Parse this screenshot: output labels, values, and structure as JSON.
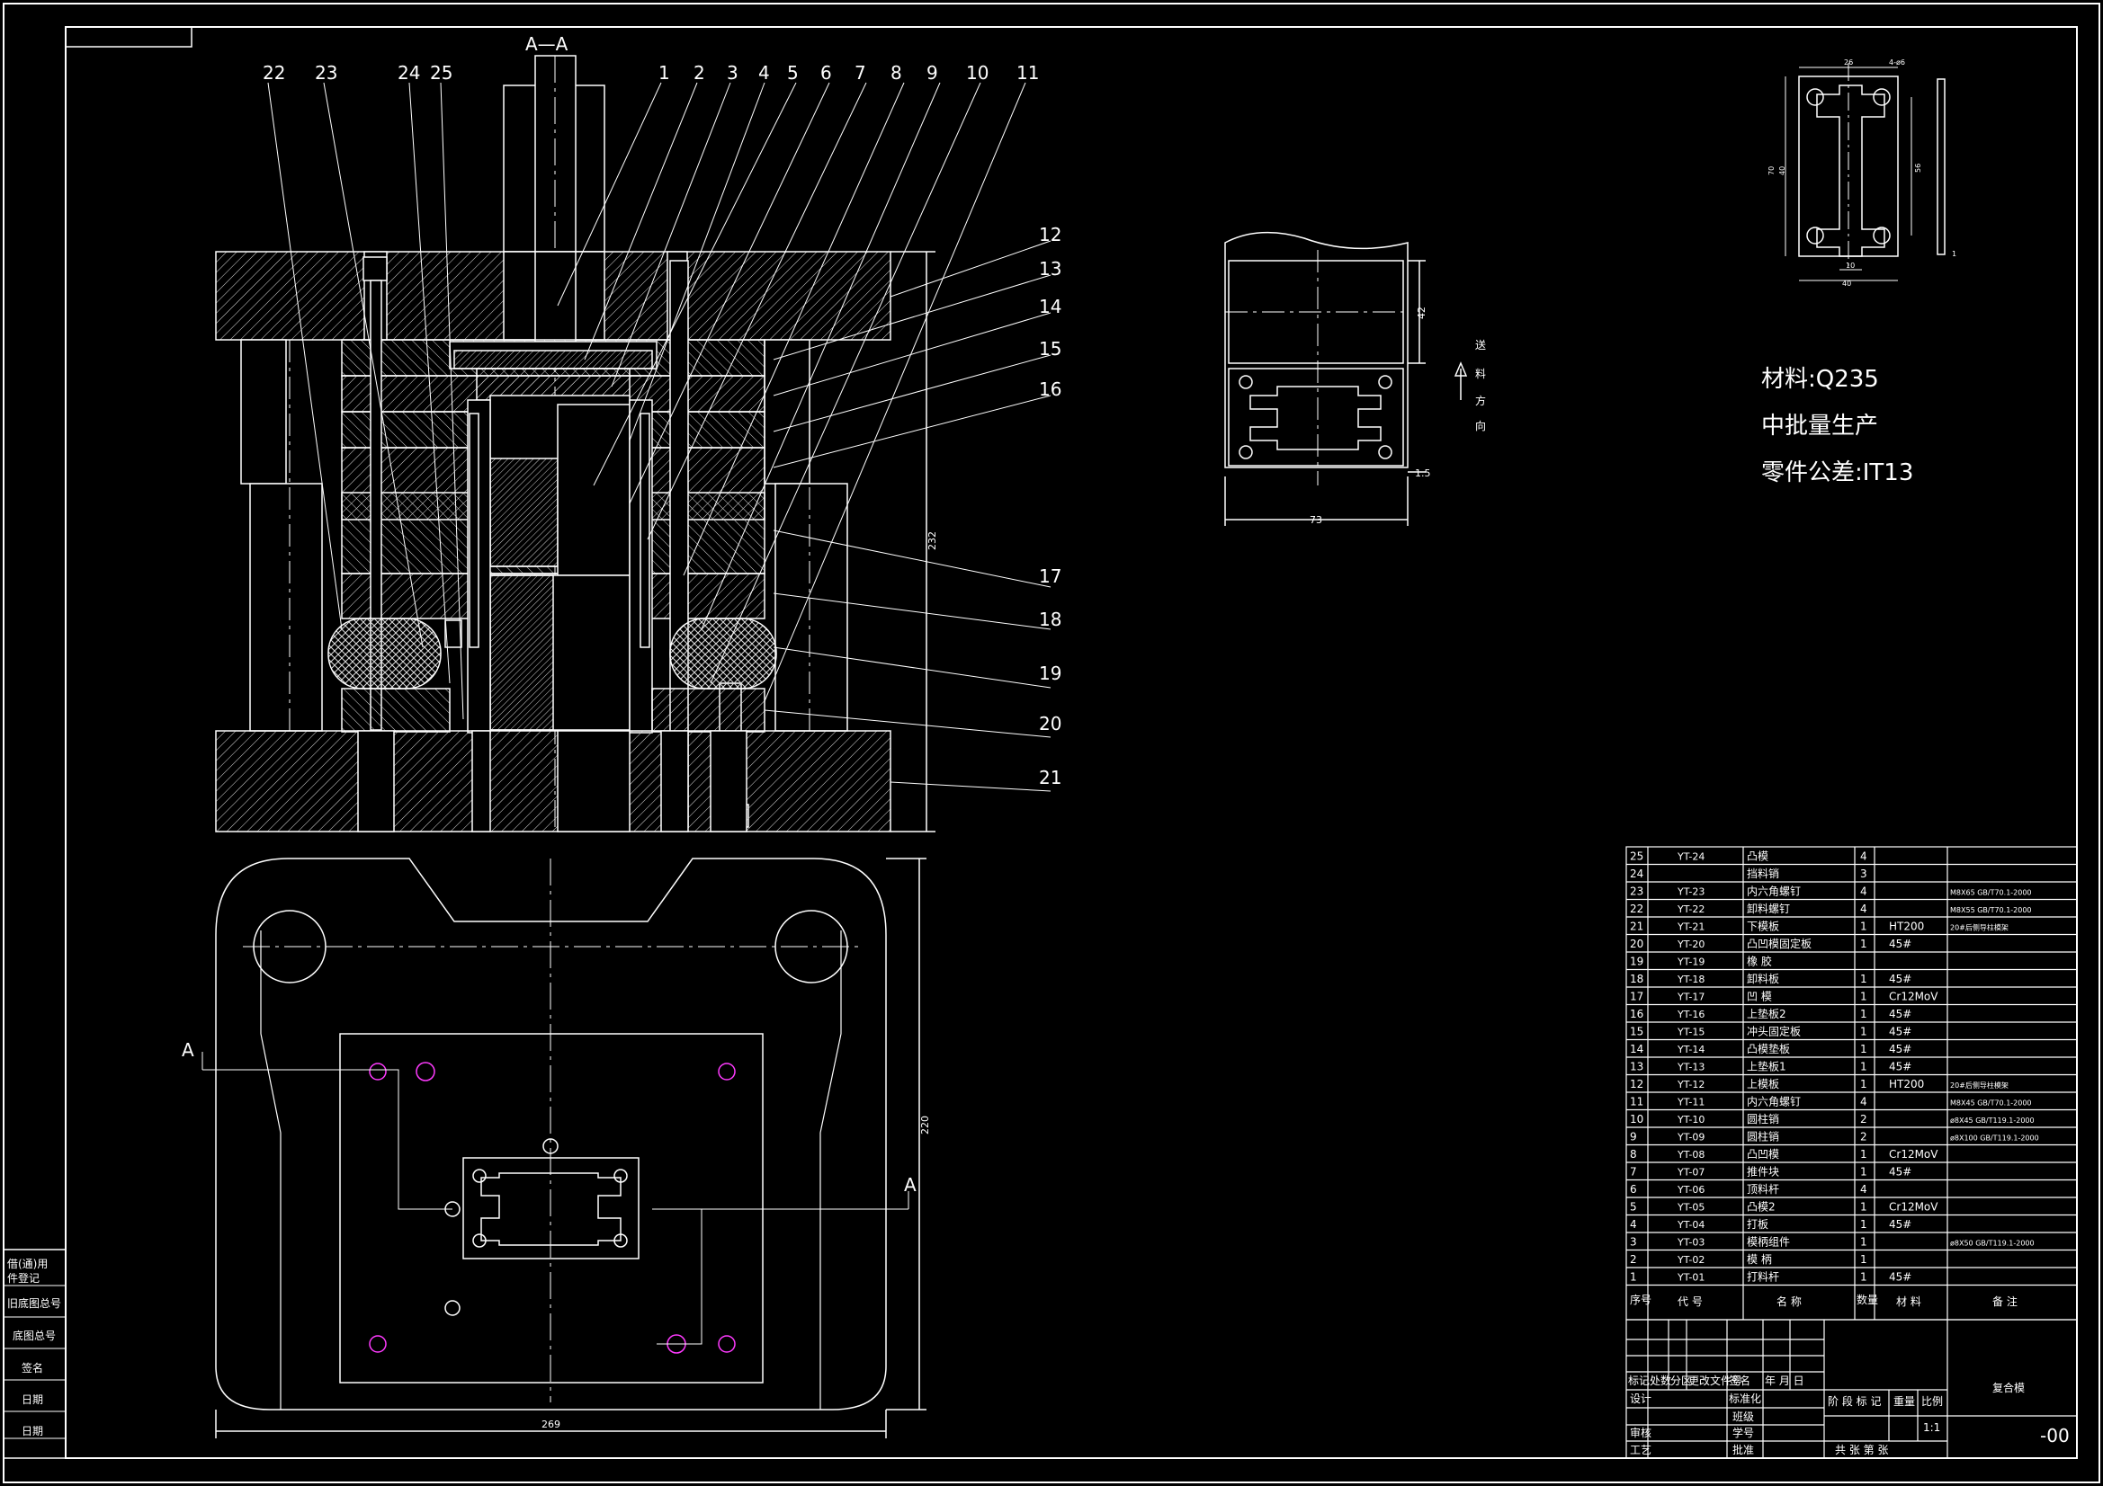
{
  "section_label": "A—A",
  "cut_marks": {
    "left": "A",
    "right": "A"
  },
  "part_numbers_top": [
    "22",
    "23",
    "24",
    "25",
    "1",
    "2",
    "3",
    "4",
    "5",
    "6",
    "7",
    "8",
    "9",
    "10",
    "11"
  ],
  "part_numbers_right": [
    "12",
    "13",
    "14",
    "15",
    "16",
    "17",
    "18",
    "19",
    "20",
    "21"
  ],
  "dimensions": {
    "assembly_height": "232",
    "plan_height": "220",
    "plan_width": "269",
    "strip_width": "42",
    "strip_length": "73",
    "strip_margin": "1.5",
    "part_w26": "26",
    "part_hole": "4-ø6",
    "part_h70": "70",
    "part_h40": "40",
    "part_h56": "56",
    "part_w10": "10",
    "part_w40": "40",
    "part_thickness": "1"
  },
  "feed_direction": [
    "送",
    "料",
    "方",
    "向"
  ],
  "notes": {
    "material": "材料:Q235",
    "batch": "中批量生产",
    "tolerance": "零件公差:IT13"
  },
  "left_column": [
    "借(通)用",
    "件登记",
    "旧底图总号",
    "底图总号",
    "签名",
    "日期",
    "日期"
  ],
  "bom": [
    {
      "no": "25",
      "code": "YT-24",
      "name": "凸模",
      "qty": "4",
      "mat": "",
      "note": ""
    },
    {
      "no": "24",
      "code": "",
      "name": "挡料销",
      "qty": "3",
      "mat": "",
      "note": ""
    },
    {
      "no": "23",
      "code": "YT-23",
      "name": "内六角螺钉",
      "qty": "4",
      "mat": "",
      "note": "M8X65 GB/T70.1-2000"
    },
    {
      "no": "22",
      "code": "YT-22",
      "name": "卸料螺钉",
      "qty": "4",
      "mat": "",
      "note": "M8X55 GB/T70.1-2000"
    },
    {
      "no": "21",
      "code": "YT-21",
      "name": "下模板",
      "qty": "1",
      "mat": "HT200",
      "note": "20#后侧导柱模架"
    },
    {
      "no": "20",
      "code": "YT-20",
      "name": "凸凹模固定板",
      "qty": "1",
      "mat": "45#",
      "note": ""
    },
    {
      "no": "19",
      "code": "YT-19",
      "name": "橡 胶",
      "qty": "",
      "mat": "",
      "note": ""
    },
    {
      "no": "18",
      "code": "YT-18",
      "name": "卸料板",
      "qty": "1",
      "mat": "45#",
      "note": ""
    },
    {
      "no": "17",
      "code": "YT-17",
      "name": "凹 模",
      "qty": "1",
      "mat": "Cr12MoV",
      "note": ""
    },
    {
      "no": "16",
      "code": "YT-16",
      "name": "上垫板2",
      "qty": "1",
      "mat": "45#",
      "note": ""
    },
    {
      "no": "15",
      "code": "YT-15",
      "name": "冲头固定板",
      "qty": "1",
      "mat": "45#",
      "note": ""
    },
    {
      "no": "14",
      "code": "YT-14",
      "name": "凸模垫板",
      "qty": "1",
      "mat": "45#",
      "note": ""
    },
    {
      "no": "13",
      "code": "YT-13",
      "name": "上垫板1",
      "qty": "1",
      "mat": "45#",
      "note": ""
    },
    {
      "no": "12",
      "code": "YT-12",
      "name": "上模板",
      "qty": "1",
      "mat": "HT200",
      "note": "20#后侧导柱模架"
    },
    {
      "no": "11",
      "code": "YT-11",
      "name": "内六角螺钉",
      "qty": "4",
      "mat": "",
      "note": "M8X45 GB/T70.1-2000"
    },
    {
      "no": "10",
      "code": "YT-10",
      "name": "圆柱销",
      "qty": "2",
      "mat": "",
      "note": "ø8X45 GB/T119.1-2000"
    },
    {
      "no": "9",
      "code": "YT-09",
      "name": "圆柱销",
      "qty": "2",
      "mat": "",
      "note": "ø8X100 GB/T119.1-2000"
    },
    {
      "no": "8",
      "code": "YT-08",
      "name": "凸凹模",
      "qty": "1",
      "mat": "Cr12MoV",
      "note": ""
    },
    {
      "no": "7",
      "code": "YT-07",
      "name": "推件块",
      "qty": "1",
      "mat": "45#",
      "note": ""
    },
    {
      "no": "6",
      "code": "YT-06",
      "name": "顶料杆",
      "qty": "4",
      "mat": "",
      "note": ""
    },
    {
      "no": "5",
      "code": "YT-05",
      "name": "凸模2",
      "qty": "1",
      "mat": "Cr12MoV",
      "note": ""
    },
    {
      "no": "4",
      "code": "YT-04",
      "name": "打板",
      "qty": "1",
      "mat": "45#",
      "note": ""
    },
    {
      "no": "3",
      "code": "YT-03",
      "name": "模柄组件",
      "qty": "1",
      "mat": "",
      "note": "ø8X50 GB/T119.1-2000"
    },
    {
      "no": "2",
      "code": "YT-02",
      "name": "模 柄",
      "qty": "1",
      "mat": "",
      "note": ""
    },
    {
      "no": "1",
      "code": "YT-01",
      "name": "打料杆",
      "qty": "1",
      "mat": "45#",
      "note": ""
    }
  ],
  "bom_header": {
    "no": "序号",
    "code": "代 号",
    "name": "名 称",
    "qty": "数量",
    "mat": "材 料",
    "note": "备 注"
  },
  "title_block": {
    "revision_row": [
      "标记",
      "处数",
      "分区",
      "更改文件号",
      "签名",
      "年 月 日"
    ],
    "roles": [
      "设计",
      "审核",
      "工艺"
    ],
    "roles_right": [
      "标准化",
      "班级",
      "学号",
      "批准"
    ],
    "stage_row": [
      "阶 段 标 记",
      "重量",
      "比例"
    ],
    "scale": "1:1",
    "sheet": "共  张  第  张",
    "drawing_name": "复合模",
    "drawing_no": "-00"
  }
}
